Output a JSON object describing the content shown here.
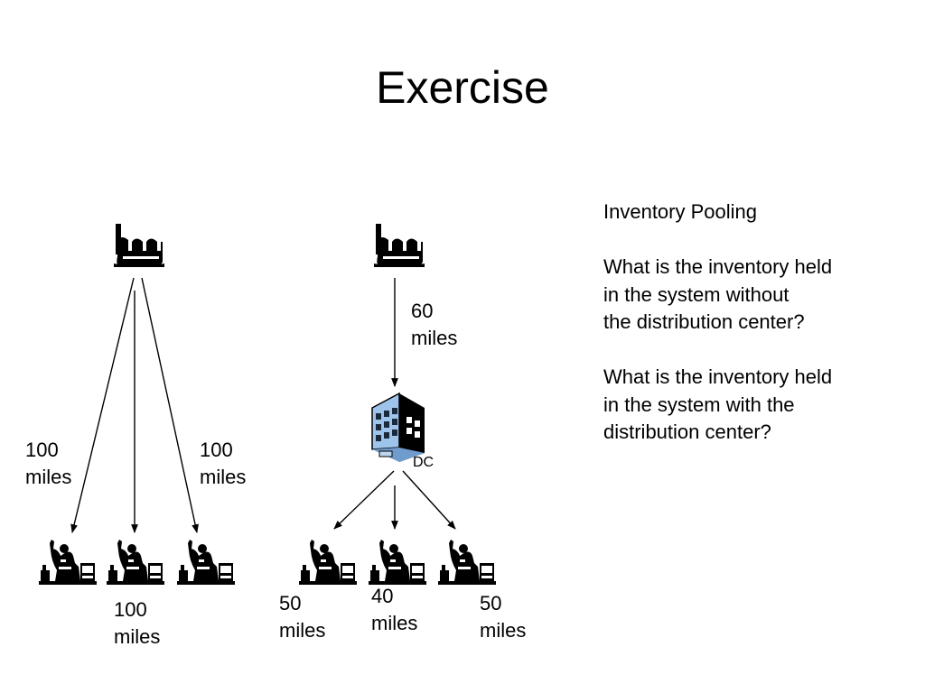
{
  "slide": {
    "title": "Exercise"
  },
  "left_network": {
    "label_left": "100\nmiles",
    "label_right": "100\nmiles",
    "label_bottom": "100\nmiles"
  },
  "right_network": {
    "label_plant_to_dc": "60\nmiles",
    "dc_label": "DC",
    "label_dc_left": "50\nmiles",
    "label_dc_middle": "40\nmiles",
    "label_dc_right": "50\nmiles"
  },
  "notes": {
    "heading": "Inventory Pooling",
    "question_without": "What is the inventory held\nin the system without\nthe distribution center?",
    "question_with": "What is the inventory held\nin the system with the\ndistribution center?"
  },
  "icons": [
    "factory-icon",
    "retailer-icon",
    "distribution-center-icon"
  ]
}
